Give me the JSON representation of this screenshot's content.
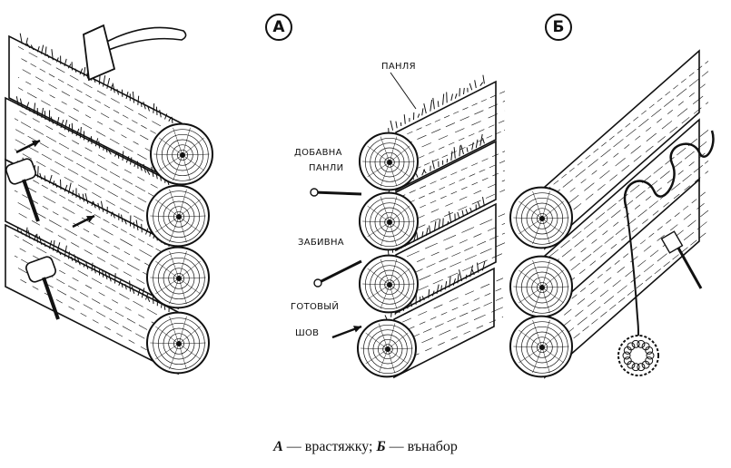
{
  "panels": {
    "a": {
      "badge": "А"
    },
    "b": {
      "badge": "Б"
    }
  },
  "labels": {
    "panlya": "ПАНЛЯ",
    "dobavna_panli_1": "ДОБАВНА",
    "dobavna_panli_2": "ПАНЛИ",
    "zabivna": "ЗАБИВНА",
    "gotovy_shov_1": "ГОТОВЫЙ",
    "gotovy_shov_2": "ШОВ"
  },
  "caption": {
    "a_letter": "А",
    "a_text": " — врастяжку;  ",
    "b_letter": "Б",
    "b_text": " — вънабор"
  },
  "colors": {
    "ink": "#111111",
    "paper": "#ffffff"
  }
}
